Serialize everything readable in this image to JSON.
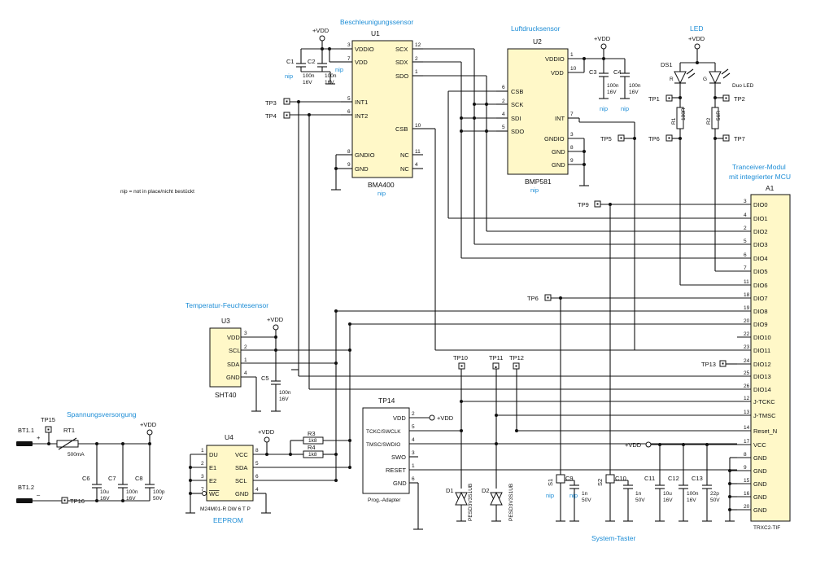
{
  "sections": {
    "accel": "Beschleunigungssensor",
    "pressure": "Luftdrucksensor",
    "led": "LED",
    "tempHum": "Temperatur-Feuchtesensor",
    "power": "Spannungsversorgung",
    "transceiver1": "Tranceiver-Modul",
    "transceiver2": "mit integrierter MCU",
    "eeprom": "EEPROM",
    "taster": "System-Taster"
  },
  "note": "nip = not in place/nicht bestückt",
  "vdd": "+VDD",
  "nip": "nip",
  "u1": {
    "ref": "U1",
    "part": "BMA400",
    "pins": [
      "VDDIO",
      "VDD",
      "INT1",
      "INT2",
      "GNDIO",
      "GND",
      "SCX",
      "SDX",
      "SDO",
      "CSB",
      "NC",
      "NC"
    ],
    "nums": [
      "3",
      "7",
      "5",
      "6",
      "8",
      "9",
      "12",
      "2",
      "1",
      "10",
      "11",
      "4"
    ]
  },
  "u2": {
    "ref": "U2",
    "part": "BMP581",
    "pins": [
      "CSB",
      "SCK",
      "SDI",
      "SDO",
      "VDDIO",
      "VDD",
      "INT",
      "GNDIO",
      "GND",
      "GND"
    ],
    "nums": [
      "6",
      "2",
      "4",
      "5",
      "1",
      "10",
      "7",
      "3",
      "8",
      "9"
    ]
  },
  "u3": {
    "ref": "U3",
    "part": "SHT40",
    "pins": [
      "VDD",
      "SCL",
      "SDA",
      "GND"
    ],
    "nums": [
      "3",
      "2",
      "1",
      "4"
    ]
  },
  "u4": {
    "ref": "U4",
    "part": "M24M01-R DW 6 T P",
    "pins": [
      "DU",
      "E1",
      "E2",
      "WC",
      "VCC",
      "SDA",
      "SCL",
      "GND"
    ],
    "nums": [
      "1",
      "2",
      "3",
      "7",
      "8",
      "5",
      "6",
      "4"
    ]
  },
  "a1": {
    "ref": "A1",
    "part": "TRXC2-TIF",
    "pins": [
      "DIO0",
      "DIO1",
      "DIO2",
      "DIO3",
      "DIO4",
      "DIO5",
      "DIO6",
      "DIO7",
      "DIO8",
      "DIO9",
      "DIO10",
      "DIO11",
      "DIO12",
      "DIO13",
      "DIO14",
      "J-TCKC",
      "J-TMSC",
      "Reset_N",
      "VCC",
      "GND",
      "GND",
      "GND",
      "GND",
      "GND"
    ],
    "nums": [
      "3",
      "4",
      "2",
      "5",
      "6",
      "7",
      "11",
      "18",
      "19",
      "20",
      "22",
      "23",
      "24",
      "25",
      "26",
      "12",
      "13",
      "14",
      "17",
      "8",
      "9",
      "15",
      "16",
      "20"
    ]
  },
  "tp14": {
    "ref": "TP14",
    "part": "Prog.-Adapter",
    "pins": [
      "VDD",
      "TCKC/SWCLK",
      "TMSC/SWDIO",
      "SWO",
      "RESET",
      "GND"
    ],
    "nums": [
      "2",
      "5",
      "4",
      "3",
      "1",
      "6"
    ]
  },
  "tps": [
    "TP1",
    "TP2",
    "TP3",
    "TP4",
    "TP5",
    "TP6",
    "TP7",
    "TP6",
    "TP9",
    "TP10",
    "TP11",
    "TP12",
    "TP13",
    "TP14",
    "TP15",
    "TP16"
  ],
  "caps": {
    "C1": [
      "C1",
      "100n",
      "16V"
    ],
    "C2": [
      "C2",
      "100n",
      "16V"
    ],
    "C3": [
      "C3",
      "100n",
      "16V"
    ],
    "C4": [
      "C4",
      "100n",
      "16V"
    ],
    "C5": [
      "C5",
      "100n",
      "16V"
    ],
    "C6": [
      "C6",
      "10u",
      "16V"
    ],
    "C7": [
      "C7",
      "100n",
      "16V"
    ],
    "C8": [
      "C8",
      "100p",
      "50V"
    ],
    "C9": [
      "C9",
      "1n",
      "50V"
    ],
    "C10": [
      "C10",
      "1n",
      "50V"
    ],
    "C11": [
      "C11",
      "10u",
      "16V"
    ],
    "C12": [
      "C12",
      "100n",
      "16V"
    ],
    "C13": [
      "C13",
      "22p",
      "50V"
    ]
  },
  "res": {
    "R1": [
      "R1",
      "180R"
    ],
    "R2": [
      "R2",
      "56R"
    ],
    "R3": [
      "R3",
      "1k8"
    ],
    "R4": [
      "R4",
      "1k8"
    ]
  },
  "rt1": [
    "RT1",
    "500mA"
  ],
  "ds1": [
    "DS1",
    "R",
    "G",
    "Duo LED"
  ],
  "d1": [
    "D1",
    "PESD3V3S1UB"
  ],
  "d2": [
    "D2",
    "PESD3V3S1UB"
  ],
  "s1": [
    "S1"
  ],
  "s2": [
    "S2"
  ],
  "bt": [
    "BT1.1",
    "BT1.2",
    "+",
    "–"
  ]
}
